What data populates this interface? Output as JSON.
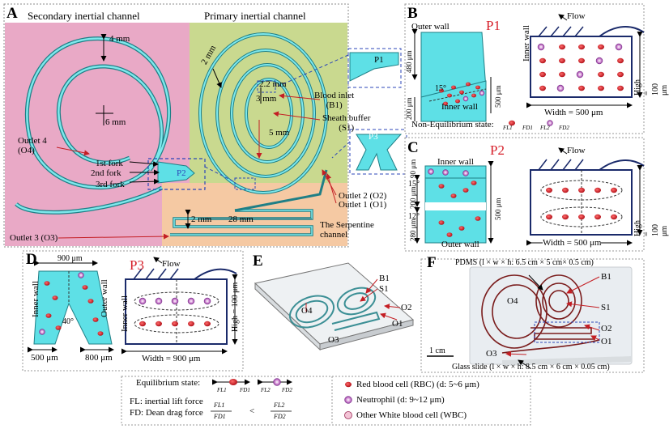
{
  "panelA": {
    "letter": "A",
    "secondary_title": "Secondary inertial channel",
    "primary_title": "Primary inertial channel",
    "dims": {
      "d4": "4 mm",
      "d6": "6 mm",
      "d2a": "2 mm",
      "d22": "2.2 mm",
      "d3": "3 mm",
      "d5": "5 mm",
      "d2b": "2 mm",
      "d28": "28 mm"
    },
    "labels": {
      "outlet4": "Outlet 4",
      "outlet4_code": "(O4)",
      "fork1": "1st fork",
      "fork2": "2nd fork",
      "fork3": "3rd fork",
      "p2": "P2",
      "p1": "P1",
      "p3": "P3",
      "blood_inlet": "Blood inlet",
      "b1": "(B1)",
      "sheath": "Sheath buffer",
      "s1": "(S1)",
      "outlet2": "Outlet 2 (O2)",
      "outlet1": "Outlet 1 (O1)",
      "outlet3": "Outlet 3 (O3)",
      "serpentine1": "The Serpentine",
      "serpentine2": "channel"
    }
  },
  "panelB": {
    "letter": "B",
    "title": "P1",
    "flow": "Flow",
    "outer_wall": "Outer wall",
    "inner_wall": "Inner wall",
    "inner_wall_v": "Inner wall",
    "d480": "480 μm",
    "d200": "200 μm",
    "d500": "500 μm",
    "angle": "15°",
    "width": "Width = 500 μm",
    "high": "High = 100 μm",
    "noneq": "Non-Equilibrium state:",
    "fl1": "FL1",
    "fd1": "FD1",
    "fl2": "FL2",
    "fd2": "FD2"
  },
  "panelC": {
    "letter": "C",
    "title": "P2",
    "flow": "Flow",
    "inner_wall": "Inner wall",
    "outer_wall": "Outer wall",
    "d90": "90 μm",
    "d200": "200 μm",
    "d280": "280 μm",
    "d500": "500 μm",
    "a15": "15°",
    "a12": "12°",
    "width": "Width = 500 μm",
    "high": "High = 100 μm"
  },
  "panelD": {
    "letter": "D",
    "title": "P3",
    "flow": "Flow",
    "inner_wall": "Inner wall",
    "outer_wall": "Outer wall",
    "inner_wall_v": "Inner wall",
    "d900": "900 μm",
    "d500": "500 μm",
    "d800": "800 μm",
    "angle": "40°",
    "width": "Width = 900 μm",
    "high": "High = 100 μm"
  },
  "panelE": {
    "letter": "E",
    "b1": "B1",
    "s1": "S1",
    "o4": "O4",
    "o2": "O2",
    "o1": "O1",
    "o3": "O3"
  },
  "panelF": {
    "letter": "F",
    "pdms": "PDMS (l × w × h: 6.5 cm × 5 cm× 0.5 cm)",
    "glass": "Glass slide (l × w × h: 8.5 cm × 6 cm × 0.05 cm)",
    "scale": "1 cm",
    "b1": "B1",
    "s1": "S1",
    "o4": "O4",
    "o2": "O2",
    "o1": "O1",
    "o3": "O3"
  },
  "legend": {
    "eq_state": "Equilibrium state:",
    "fl_def": "FL: inertial lift force",
    "fd_def": "FD: Dean drag force",
    "fl1": "FL1",
    "fd1": "FD1",
    "fl2": "FL2",
    "fd2": "FD2",
    "lt": "<",
    "rbc": "Red blood cell (RBC) (d: 5~6 μm)",
    "neutrophil": "Neutrophil (d: 9~12 μm)",
    "wbc": "Other White blood cell (WBC)"
  },
  "colors": {
    "pink": "#e9a9c6",
    "green": "#c9d98f",
    "orange": "#f5c9a3",
    "cyan": "#5ee0e6",
    "channel_stroke": "#1f7f86",
    "red": "#cc1f2a",
    "title_red": "#d6202a",
    "blue_dash": "#2b46b8",
    "dark_red": "#8a1a1a"
  }
}
